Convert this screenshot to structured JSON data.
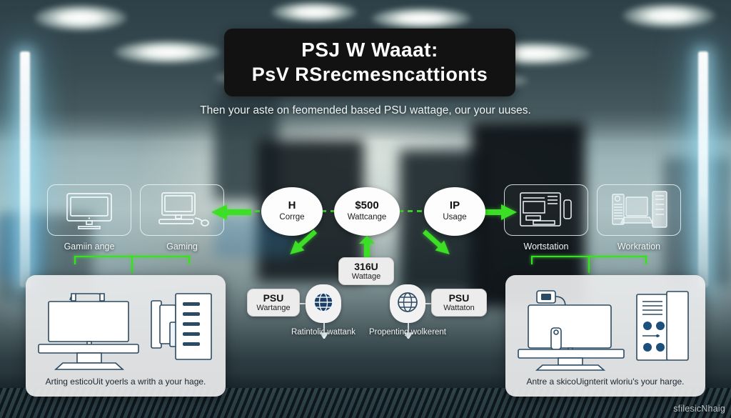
{
  "header": {
    "title_line1": "PSJ W Waaat:",
    "title_line2": "PsV RSrecmesncattionts",
    "subtitle": "Then your aste on feomended based PSU wattage, our your uuses."
  },
  "top_cards": [
    {
      "label": "Gamiin ange",
      "icon": "desktop-monitor-icon"
    },
    {
      "label": "Gaming",
      "icon": "monitor-keyboard-mouse-icon"
    },
    {
      "label": "Wortstation",
      "icon": "workstation-window-icon"
    },
    {
      "label": "Workration",
      "icon": "tower-pc-icon"
    }
  ],
  "flow": {
    "ellipses": [
      {
        "top": "H",
        "sub": "Corrge"
      },
      {
        "top": "$500",
        "sub": "Wattcange"
      },
      {
        "top": "IP",
        "sub": "Usage"
      }
    ],
    "wattage_box": {
      "top": "316U",
      "sub": "Wattage"
    },
    "psu_left": {
      "top": "PSU",
      "sub": "Wartange"
    },
    "psu_right": {
      "top": "PSU",
      "sub": "Wattaton"
    },
    "globe_left": {
      "icon": "globe-icon",
      "caption": "Ratintolic wattank"
    },
    "globe_right": {
      "icon": "globe-icon",
      "caption": "Propenting wolkerent"
    }
  },
  "panels": {
    "left": {
      "caption": "Arting esticoUit yoerls a writh a your hage."
    },
    "right": {
      "caption": "Antre a skicoUignterit wloriu's your harge."
    }
  },
  "watermark": "sfilesicNhaig",
  "colors": {
    "accent_green": "#3ddf26",
    "plate_bg": "#121212",
    "panel_bg": "#e9ebec",
    "globe_blue": "#1d3f66"
  }
}
